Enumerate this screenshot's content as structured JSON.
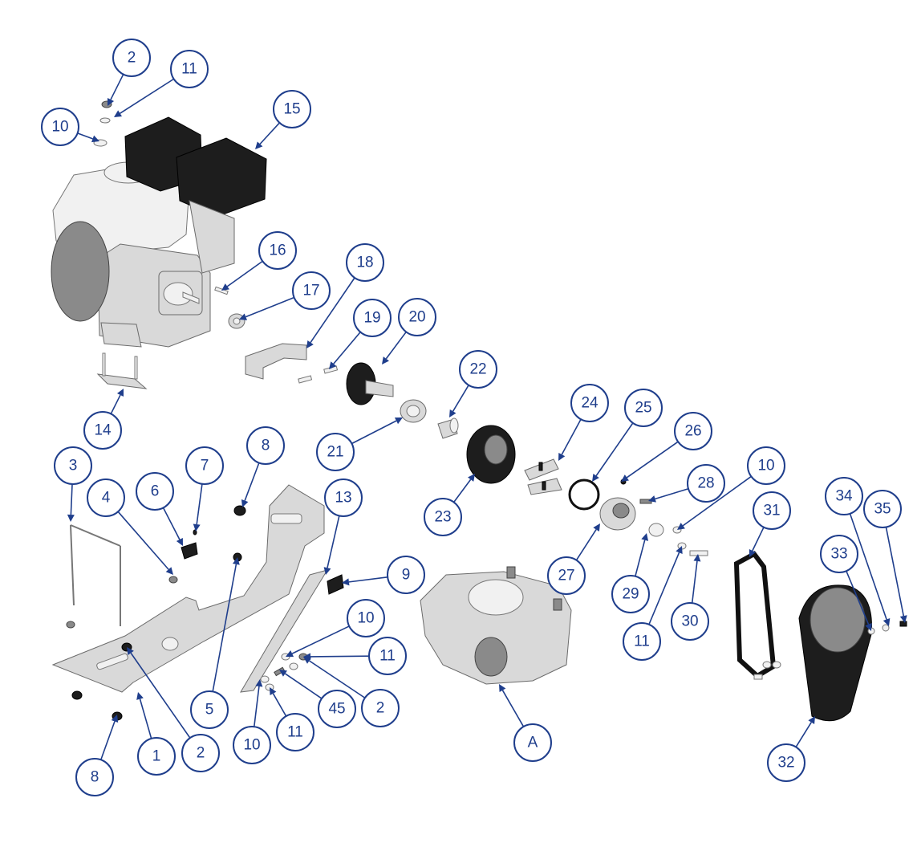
{
  "diagram": {
    "callouts": [
      {
        "id": "c2a",
        "label": "2"
      },
      {
        "id": "c11a",
        "label": "11"
      },
      {
        "id": "c10a",
        "label": "10"
      },
      {
        "id": "c15",
        "label": "15"
      },
      {
        "id": "c16",
        "label": "16"
      },
      {
        "id": "c17",
        "label": "17"
      },
      {
        "id": "c18",
        "label": "18"
      },
      {
        "id": "c19",
        "label": "19"
      },
      {
        "id": "c20",
        "label": "20"
      },
      {
        "id": "c14",
        "label": "14"
      },
      {
        "id": "c22",
        "label": "22"
      },
      {
        "id": "c24",
        "label": "24"
      },
      {
        "id": "c25",
        "label": "25"
      },
      {
        "id": "c26",
        "label": "26"
      },
      {
        "id": "c21",
        "label": "21"
      },
      {
        "id": "c3",
        "label": "3"
      },
      {
        "id": "c7",
        "label": "7"
      },
      {
        "id": "c8a",
        "label": "8"
      },
      {
        "id": "c10b",
        "label": "10"
      },
      {
        "id": "c4",
        "label": "4"
      },
      {
        "id": "c6",
        "label": "6"
      },
      {
        "id": "c13",
        "label": "13"
      },
      {
        "id": "c28",
        "label": "28"
      },
      {
        "id": "c31",
        "label": "31"
      },
      {
        "id": "c34",
        "label": "34"
      },
      {
        "id": "c35",
        "label": "35"
      },
      {
        "id": "c23",
        "label": "23"
      },
      {
        "id": "c27",
        "label": "27"
      },
      {
        "id": "c9",
        "label": "9"
      },
      {
        "id": "c33",
        "label": "33"
      },
      {
        "id": "c29",
        "label": "29"
      },
      {
        "id": "c10c",
        "label": "10"
      },
      {
        "id": "c30",
        "label": "30"
      },
      {
        "id": "c11b",
        "label": "11"
      },
      {
        "id": "c11c",
        "label": "11"
      },
      {
        "id": "c5",
        "label": "5"
      },
      {
        "id": "c45",
        "label": "45"
      },
      {
        "id": "c2b",
        "label": "2"
      },
      {
        "id": "c1",
        "label": "1"
      },
      {
        "id": "c2c",
        "label": "2"
      },
      {
        "id": "c10d",
        "label": "10"
      },
      {
        "id": "c11d",
        "label": "11"
      },
      {
        "id": "cA",
        "label": "A"
      },
      {
        "id": "c32",
        "label": "32"
      },
      {
        "id": "c8b",
        "label": "8"
      }
    ]
  }
}
